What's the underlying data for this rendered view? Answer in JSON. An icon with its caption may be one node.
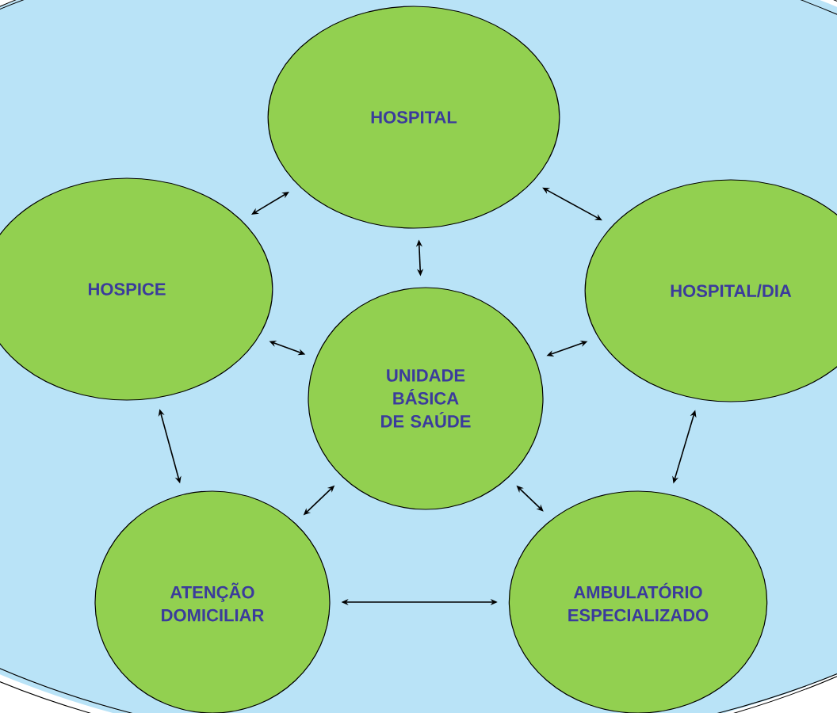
{
  "diagram": {
    "nodes": [
      {
        "text": [
          "HOSPITAL"
        ]
      },
      {
        "text": [
          "HOSPICE"
        ]
      },
      {
        "text": [
          "HOSPITAL/DIA"
        ]
      },
      {
        "text": [
          "UNIDADE BÁSICA DE SAÚDE"
        ]
      },
      {
        "text": [
          "ATENÇÃO DOMICILIAR"
        ]
      },
      {
        "text": [
          "AMBULATÓRIO ESPECIALIZADO"
        ]
      }
    ],
    "edges": [
      {
        "from": 1,
        "to": 0,
        "arrow": "both"
      },
      {
        "from": 0,
        "to": 2,
        "arrow": "both"
      },
      {
        "from": 0,
        "to": 3,
        "arrow": "both"
      },
      {
        "from": 1,
        "to": 3,
        "arrow": "both"
      },
      {
        "from": 3,
        "to": 2,
        "arrow": "both"
      },
      {
        "from": 1,
        "to": 4,
        "arrow": "both"
      },
      {
        "from": 3,
        "to": 4,
        "arrow": "both"
      },
      {
        "from": 3,
        "to": 5,
        "arrow": "both"
      },
      {
        "from": 4,
        "to": 5,
        "arrow": "both"
      },
      {
        "from": 2,
        "to": 5,
        "arrow": "both"
      }
    ]
  }
}
